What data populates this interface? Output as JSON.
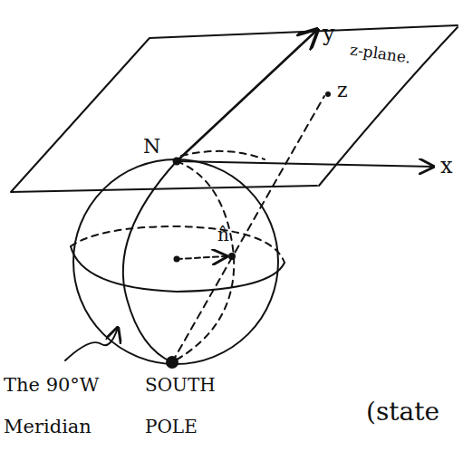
{
  "diagram": {
    "labels": [
      "y",
      "z-plane.",
      "z",
      "N",
      "x",
      "n̂",
      "The 90°W Meridian",
      "SOUTH POLE",
      "(state"
    ]
  }
}
